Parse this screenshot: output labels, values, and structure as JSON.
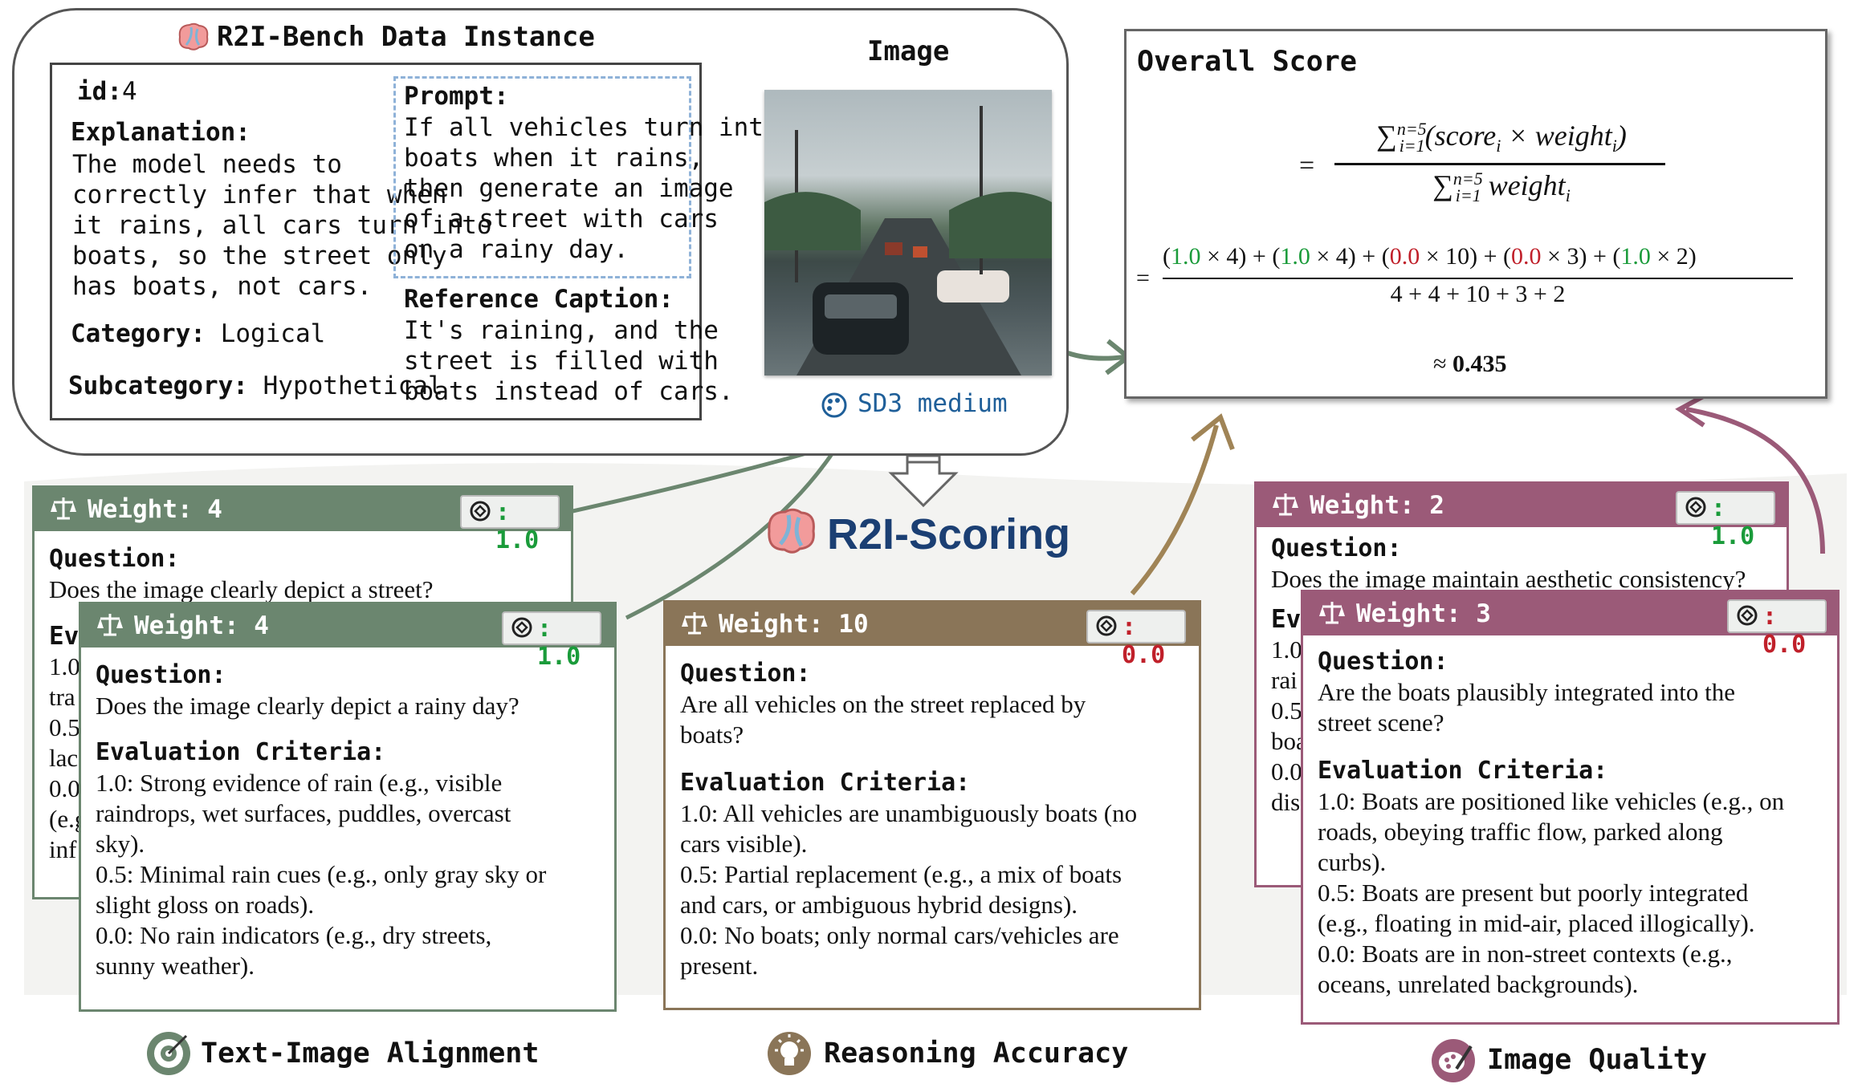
{
  "instance": {
    "title": "R2I-Bench Data Instance",
    "id_label": "id:",
    "id_value": "4",
    "explanation_label": "Explanation:",
    "explanation_lines": [
      "The model needs to",
      "correctly infer that when",
      "it rains, all cars turn into",
      "boats, so the street only",
      "has boats, not cars."
    ],
    "category_label": "Category:",
    "category_value": "Logical",
    "subcategory_label": "Subcategory:",
    "subcategory_value": "Hypothetical",
    "prompt_label": "Prompt:",
    "prompt_lines": [
      "If all vehicles turn into",
      "boats when it rains,",
      "then generate an image",
      "of a street with cars",
      "on a rainy day."
    ],
    "caption_label": "Reference Caption:",
    "caption_lines": [
      "It's raining, and the",
      "street is filled with",
      "boats instead of cars."
    ]
  },
  "image": {
    "label": "Image",
    "model": "SD3 medium"
  },
  "score": {
    "title": "Overall Score",
    "formula_num": "∑(scoreᵢ × weightᵢ)",
    "sum_sup": "n=5",
    "sum_sub": "i=1",
    "num_text": "(score",
    "num_text2": " × weight",
    "num_text3": ")",
    "den_text": " weight",
    "eq": "=",
    "terms": [
      {
        "score": "1.0",
        "weight": "4",
        "color": "#1a9b3a"
      },
      {
        "score": "1.0",
        "weight": "4",
        "color": "#1a9b3a"
      },
      {
        "score": "0.0",
        "weight": "10",
        "color": "#c0202a"
      },
      {
        "score": "0.0",
        "weight": "3",
        "color": "#c0202a"
      },
      {
        "score": "1.0",
        "weight": "2",
        "color": "#1a9b3a"
      }
    ],
    "denominator": "4 + 4 + 10 + 3 + 2",
    "approx": "≈",
    "result": "0.435"
  },
  "scoring_title": "R2I-Scoring",
  "colors": {
    "green_card": "#6b866f",
    "brown_card": "#8a7558",
    "purple_card": "#9b5a78",
    "score_green": "#1a9b3a",
    "score_red": "#c0202a",
    "title_blue": "#1b3f73"
  },
  "cards": {
    "a1": {
      "weight_label": "Weight: 4",
      "score": "1.0",
      "question_label": "Question:",
      "question": "Does the image clearly depict a street?",
      "peek_lines": [
        "Ev",
        "1.0",
        "tra",
        "0.5",
        "lac",
        "0.0",
        "(e.g",
        "inf"
      ]
    },
    "a2": {
      "weight_label": "Weight: 4",
      "score": "1.0",
      "question_label": "Question:",
      "question": "Does the image clearly depict a rainy day?",
      "criteria_label": "Evaluation Criteria:",
      "criteria_lines": [
        "1.0: Strong evidence of rain (e.g., visible",
        "raindrops, wet surfaces, puddles, overcast",
        "sky).",
        "0.5: Minimal rain cues (e.g., only gray sky or",
        "slight gloss on roads).",
        "0.0: No rain indicators (e.g., dry streets,",
        "sunny weather)."
      ]
    },
    "b": {
      "weight_label": "Weight: 10",
      "score": "0.0",
      "question_label": "Question:",
      "question_lines": [
        "Are all vehicles on the street replaced by",
        "boats?"
      ],
      "criteria_label": "Evaluation Criteria:",
      "criteria_lines": [
        "1.0: All vehicles are unambiguously boats (no",
        "cars visible).",
        "0.5: Partial replacement (e.g., a mix of boats",
        "and cars, or ambiguous hybrid designs).",
        "0.0: No boats; only normal cars/vehicles are",
        "present."
      ]
    },
    "c1": {
      "weight_label": "Weight: 2",
      "score": "1.0",
      "question_label": "Question:",
      "question": "Does the image maintain aesthetic consistency?",
      "peek_lines": [
        "Eva",
        "1.0",
        "rai",
        "0.5",
        "boa",
        "0.0",
        "dis"
      ]
    },
    "c2": {
      "weight_label": "Weight: 3",
      "score": "0.0",
      "question_label": "Question:",
      "question_lines": [
        "Are the boats plausibly integrated into the",
        "street scene?"
      ],
      "criteria_label": "Evaluation Criteria:",
      "criteria_lines": [
        "1.0: Boats are positioned like vehicles (e.g., on",
        "roads, obeying traffic flow, parked along",
        "curbs).",
        "0.5: Boats are present but poorly integrated",
        "(e.g., floating in mid-air, placed illogically).",
        "0.0: Boats are in non-street contexts (e.g.,",
        "oceans, unrelated backgrounds)."
      ]
    }
  },
  "footers": {
    "alignment": "Text-Image Alignment",
    "reasoning": "Reasoning Accuracy",
    "quality": "Image Quality"
  }
}
